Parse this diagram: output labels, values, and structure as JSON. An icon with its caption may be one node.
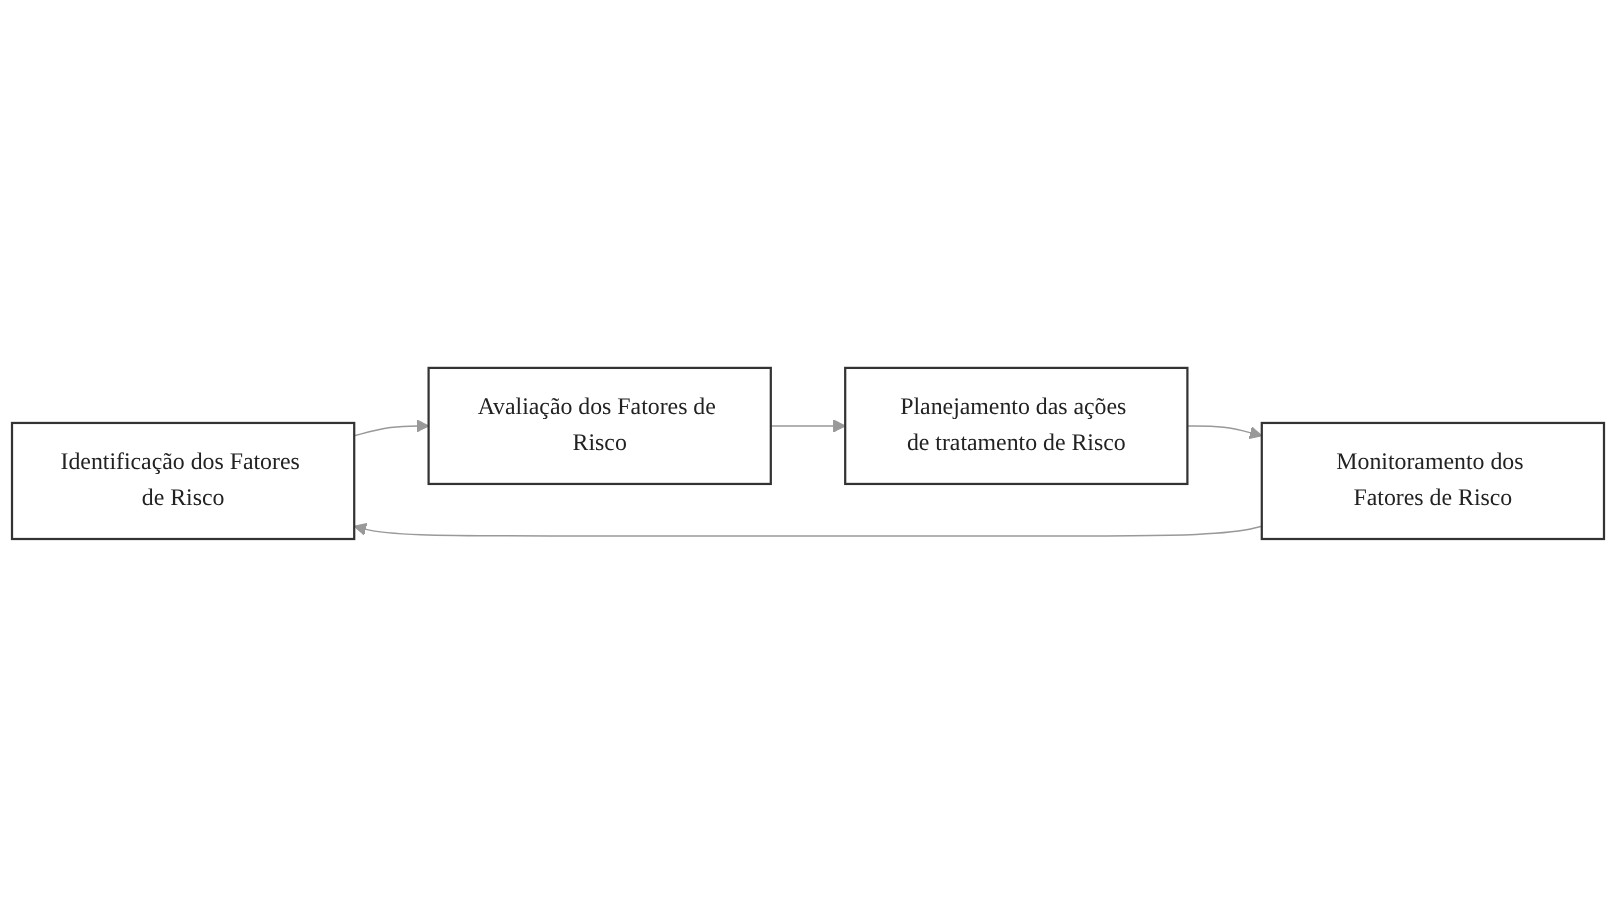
{
  "diagram": {
    "nodes": [
      {
        "text": [
          "Identificação dos Fatores de Risco"
        ]
      },
      {
        "text": [
          "Avaliação dos Fatores de Risco"
        ]
      },
      {
        "text": [
          "Planejamento das ações de tratamento de Risco"
        ]
      },
      {
        "text": [
          "Monitoramento dos Fatores de Risco"
        ]
      }
    ],
    "edges": [
      {
        "from": 0,
        "to": 1,
        "arrow": "to"
      },
      {
        "from": 1,
        "to": 2,
        "arrow": "to"
      },
      {
        "from": 2,
        "to": 3,
        "arrow": "to"
      },
      {
        "from": 3,
        "to": 0,
        "arrow": "to"
      }
    ]
  }
}
